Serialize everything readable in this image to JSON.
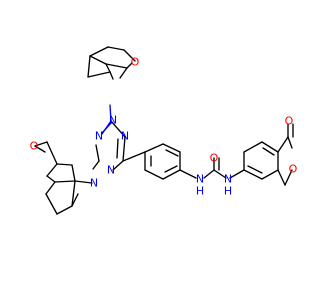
{
  "colors": {
    "background": "#FFFFFF",
    "bond": "#000000",
    "nitrogen": "#0000FF",
    "oxygen": "#FF0000"
  },
  "atom_labels": {
    "n_bicyclic_top": "N",
    "o_oxane_top": "O",
    "n_triazine_1": "N",
    "n_triazine_2": "N",
    "n_triazine_3": "N",
    "n_bicyclic_bottom": "N",
    "o_oxane_bottom": "O",
    "o_urea": "O",
    "n_urea_left": "N",
    "h_urea_left": "H",
    "n_urea_right": "N",
    "h_urea_right": "H",
    "o_lactone_carbonyl": "O",
    "o_lactone_ring": "O"
  }
}
